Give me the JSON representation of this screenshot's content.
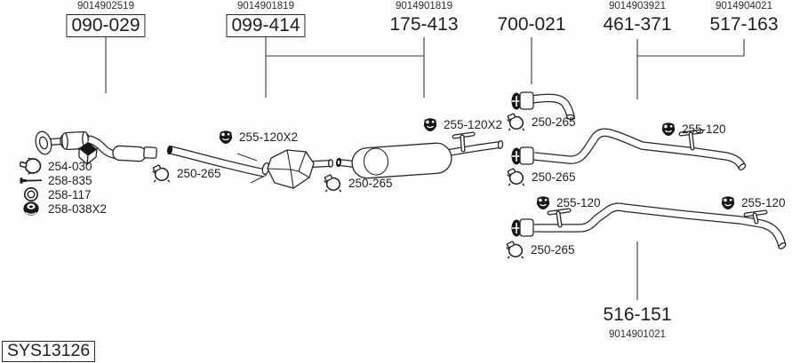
{
  "colors": {
    "ink": "#1f1f1f",
    "background": "#ffffff"
  },
  "system_id": "SYS13126",
  "top_labels": [
    {
      "oe_number": "9014902519",
      "part_number": "090-029",
      "boxed": true
    },
    {
      "oe_number": "9014901819",
      "part_number": "099-414",
      "boxed": true
    },
    {
      "oe_number": "9014901819",
      "part_number": "175-413",
      "boxed": false
    },
    {
      "oe_number": "",
      "part_number": "700-021",
      "boxed": false
    },
    {
      "oe_number": "9014903921",
      "part_number": "461-371",
      "boxed": false
    },
    {
      "oe_number": "9014904021",
      "part_number": "517-163",
      "boxed": false
    }
  ],
  "bottom_label": {
    "part_number": "516-151",
    "oe_number": "9014901021"
  },
  "hardware_list": [
    {
      "icon": "clamp-icon",
      "part_number": "254-030"
    },
    {
      "icon": "bolt-icon",
      "part_number": "258-835"
    },
    {
      "icon": "ring-icon",
      "part_number": "258-117"
    },
    {
      "icon": "grommet-icon",
      "part_number": "258-038X2"
    }
  ],
  "callouts": [
    {
      "icon": "hanger-icon",
      "part_number": "255-120X2"
    },
    {
      "icon": "clamp-icon",
      "part_number": "250-265"
    },
    {
      "icon": "hanger-icon",
      "part_number": "255-120X2"
    },
    {
      "icon": "clamp-icon",
      "part_number": "250-265"
    },
    {
      "icon": "clamp-icon",
      "part_number": "250-265"
    },
    {
      "icon": "clamp-icon",
      "part_number": "250-265"
    },
    {
      "icon": "hanger-icon",
      "part_number": "255-120"
    },
    {
      "icon": "hanger-icon",
      "part_number": "255-120"
    },
    {
      "icon": "hanger-icon",
      "part_number": "255-120"
    },
    {
      "icon": "clamp-icon",
      "part_number": "250-265"
    }
  ]
}
